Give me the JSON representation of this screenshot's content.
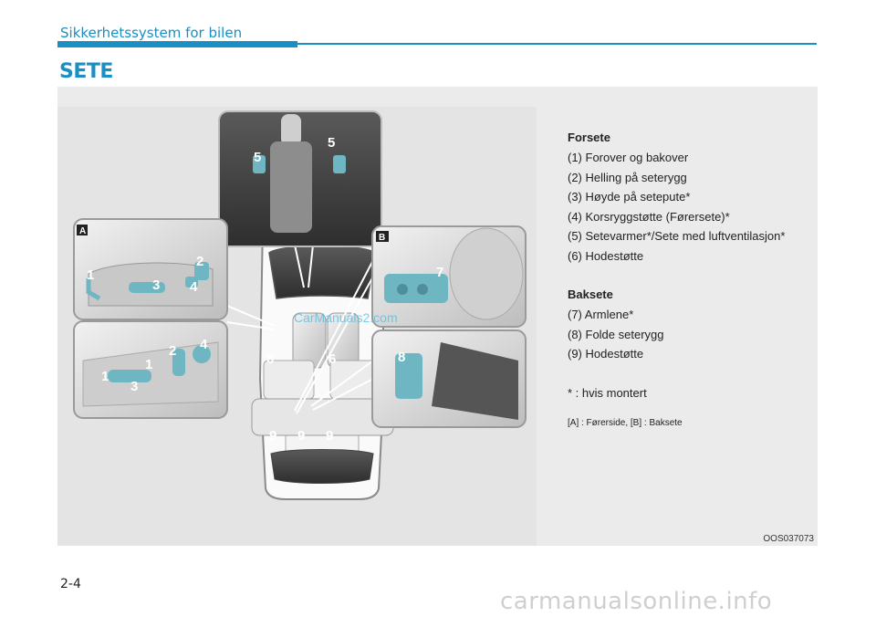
{
  "header": {
    "section_title": "Sikkerhetssystem for bilen",
    "page_title": "SETE"
  },
  "figure": {
    "callouts": {
      "panel_a": "A",
      "panel_b": "B",
      "n1": "1",
      "n2": "2",
      "n3": "3",
      "n4": "4",
      "n5": "5",
      "n6": "6",
      "n7": "7",
      "n8": "8",
      "n9": "9"
    },
    "code": "OOS037073",
    "watermark": "CarManuals2.com"
  },
  "legend": {
    "front_heading": "Forsete",
    "front_items": [
      "(1) Forover og bakover",
      "(2) Helling på seterygg",
      "(3) Høyde på setepute*",
      "(4) Korsryggstøtte (Førersete)*",
      "(5) Setevarmer*/Sete med luftventilasjon*",
      "(6) Hodestøtte"
    ],
    "rear_heading": "Baksete",
    "rear_items": [
      "(7) Armlene*",
      "(8) Folde seterygg",
      "(9) Hodestøtte"
    ],
    "note": "* : hvis montert",
    "panel_note": "[A] : Førerside, [B] : Baksete"
  },
  "footer": {
    "page_number": "2-4",
    "site_watermark": "carmanualsonline.info"
  },
  "colors": {
    "accent": "#1a8fc4",
    "highlight": "#6fb6c3"
  }
}
